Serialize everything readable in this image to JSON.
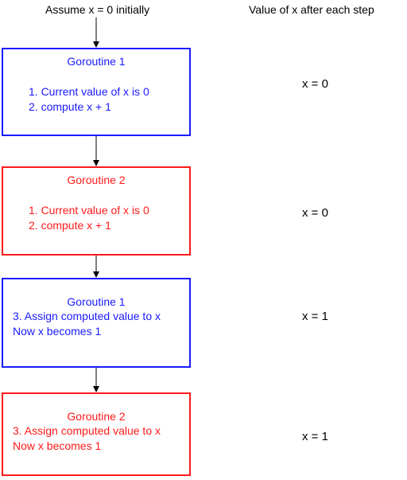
{
  "initial_label": "Assume x = 0 initially",
  "side_header": "Value of x after each step",
  "colors": {
    "goroutine_1": "#1a1aff",
    "goroutine_2": "#ff1a1a",
    "arrow": "#000000"
  },
  "steps": [
    {
      "title": "Goroutine 1",
      "line1": "1. Current value of x is 0",
      "line2": "2. compute x + 1",
      "value": "x = 0"
    },
    {
      "title": "Goroutine 2",
      "line1": "1. Current value of x is 0",
      "line2": "2. compute x + 1",
      "value": "x = 0"
    },
    {
      "title": "Goroutine 1",
      "line1": "3. Assign computed value to x",
      "line2": "Now x becomes 1",
      "value": "x = 1"
    },
    {
      "title": "Goroutine 2",
      "line1": "3. Assign computed value to x",
      "line2": "Now x becomes 1",
      "value": "x = 1"
    }
  ]
}
